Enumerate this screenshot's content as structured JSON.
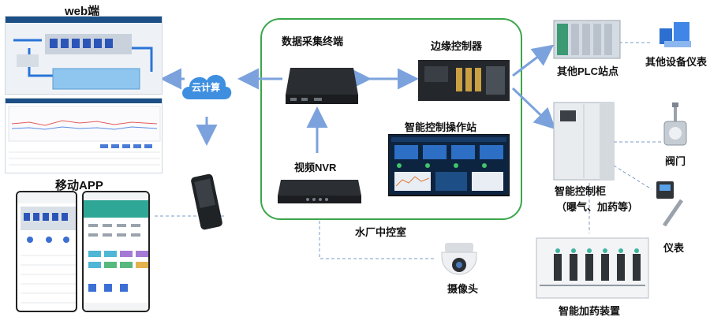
{
  "labels": {
    "web": "web端",
    "mobile_app": "移动APP",
    "cloud": "云计算",
    "data_terminal": "数据采集终端",
    "edge_controller": "边缘控制器",
    "ops_station": "智能控制操作站",
    "nvr": "视频NVR",
    "control_room": "水厂中控室",
    "camera": "摄像头",
    "plc_station": "其他PLC站点",
    "other_instruments": "其他设备仪表",
    "valve": "阀门",
    "cabinet_line1": "智能控制柜",
    "cabinet_line2": "（曝气、加药等）",
    "meter": "仪表",
    "dosing": "智能加药装置"
  },
  "colors": {
    "panel_border": "#3aa64a",
    "arrow": "#7ba2dc",
    "dashed": "#7a9cc6",
    "cloud": "#3f8fe0"
  }
}
